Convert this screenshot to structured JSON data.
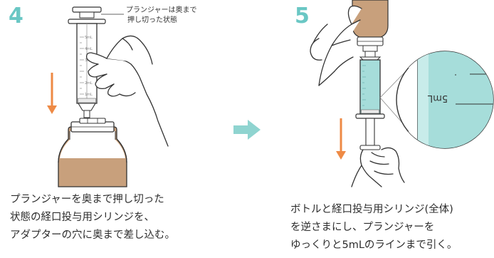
{
  "step4": {
    "number": "4",
    "callout_line1": "プランジャーは奥まで",
    "callout_line2": "押し切った状態",
    "syringe_scale": [
      "5mL",
      "4mL",
      "3mL",
      "2mL",
      "1mL"
    ],
    "caption_lines": [
      "プランジャーを奥まで押し切った",
      "状態の経口投与用シリンジを、",
      "アダプターの穴に奥まで差し込む。"
    ]
  },
  "step5": {
    "number": "5",
    "magnifier_label": "5mL",
    "caption_lines": [
      "ボトルと経口投与用シリンジ(全体)",
      "を逆さまにし、プランジャーを",
      "ゆっくりと5mLのラインまで引く。"
    ]
  },
  "colors": {
    "accent": "#6ac7c4",
    "arrow": "#ee8a45",
    "bottle": "#c8a07c",
    "liquid": "#a6ddda",
    "outline": "#333333"
  }
}
